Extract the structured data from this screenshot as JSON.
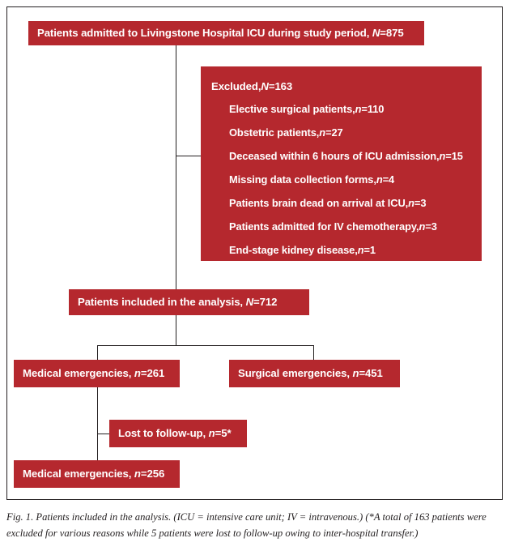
{
  "figure": {
    "caption": "Fig. 1. Patients included in the analysis. (ICU = intensive care unit; IV = intravenous.) (*A total of 163 patients were excluded for various reasons while 5 patients were lost to follow-up owing to inter-hospital transfer.)",
    "accent_color": "#b5282e",
    "line_color": "#231f20",
    "text_color": "#ffffff"
  },
  "flow": {
    "admitted": {
      "label": "Patients admitted to Livingstone Hospital ICU during study period, N=875",
      "count": 875,
      "count_symbol": "N"
    },
    "excluded": {
      "label": "Excluded, N=163",
      "count": 163,
      "count_symbol": "N",
      "reasons": [
        {
          "label": "Elective surgical patients, n=110",
          "count": 110
        },
        {
          "label": "Obstetric patients, n=27",
          "count": 27
        },
        {
          "label": "Deceased within 6 hours of ICU admission, n=15",
          "count": 15
        },
        {
          "label": "Missing data collection forms, n=4",
          "count": 4
        },
        {
          "label": "Patients brain dead on arrival at ICU, n=3",
          "count": 3
        },
        {
          "label": "Patients admitted for IV chemotherapy, n=3",
          "count": 3
        },
        {
          "label": "End-stage kidney disease, n=1",
          "count": 1
        }
      ]
    },
    "included": {
      "label": "Patients included in the analysis, N=712",
      "count": 712,
      "count_symbol": "N"
    },
    "medical": {
      "label": "Medical emergencies, n=261",
      "count": 261,
      "count_symbol": "n"
    },
    "surgical": {
      "label": "Surgical emergencies, n=451",
      "count": 451,
      "count_symbol": "n"
    },
    "lost": {
      "label": "Lost to follow-up, n=5*",
      "count": 5,
      "count_symbol": "n"
    },
    "medical_final": {
      "label": "Medical emergencies, n=256",
      "count": 256,
      "count_symbol": "n"
    }
  }
}
